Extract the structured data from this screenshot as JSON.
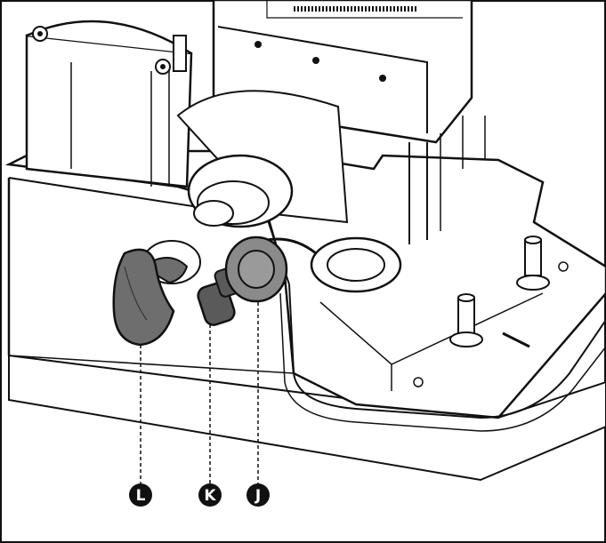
{
  "figure": {
    "callouts": [
      {
        "letter": "L",
        "part": "release-lever"
      },
      {
        "letter": "K",
        "part": "key"
      },
      {
        "letter": "J",
        "part": "lock-cover"
      }
    ]
  },
  "colors": {
    "line": "#1a1a1a",
    "lever_fill": "#6e6e6e",
    "key_fill": "#5a5a5a",
    "cover_fill": "#8a8a8a",
    "motor_fill": "#ffffff",
    "callout_fill": "#111111"
  }
}
